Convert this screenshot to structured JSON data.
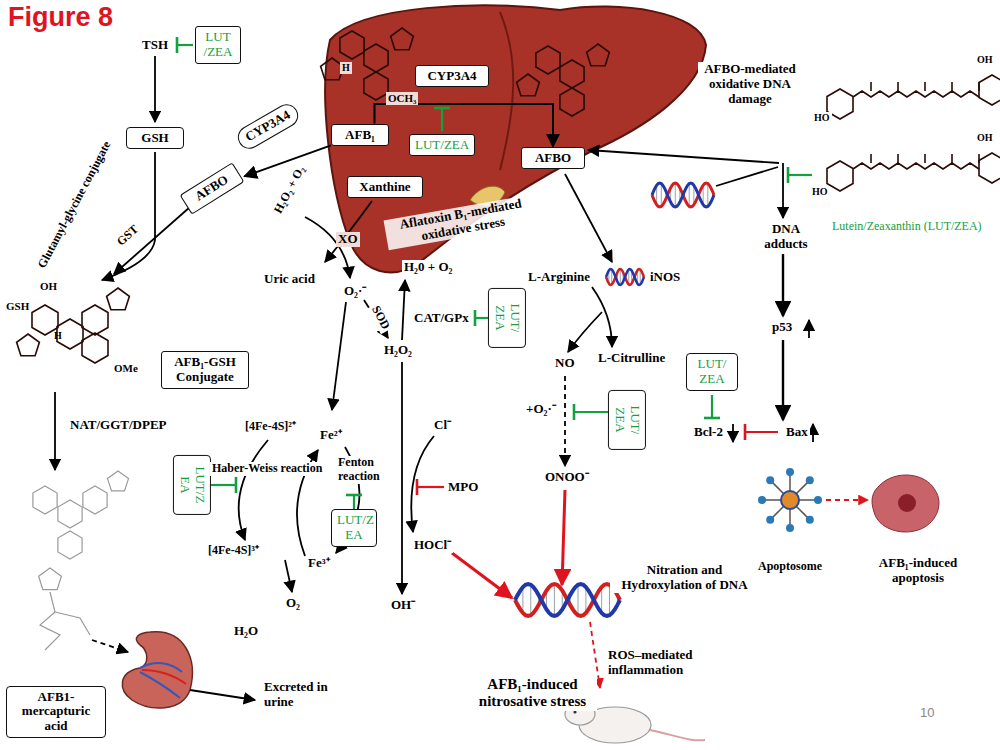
{
  "diagram": {
    "title": "Figure 8",
    "nodes": [
      {
        "text": [
          "LUT /ZEA"
        ]
      },
      {
        "text": [
          "GSH"
        ]
      },
      {
        "text": [
          "CYP3A4"
        ]
      },
      {
        "text": [
          "AFBO"
        ]
      },
      {
        "text": [
          "AFB₁"
        ]
      },
      {
        "text": [
          "CYP3A4"
        ]
      },
      {
        "text": [
          "LUT/ZEA"
        ]
      },
      {
        "text": [
          "AFBO"
        ]
      },
      {
        "text": [
          "Xanthine"
        ]
      },
      {
        "text": [
          "AFB₁-GSH Conjugate"
        ]
      },
      {
        "text": [
          "LUT/ ZEA"
        ]
      },
      {
        "text": [
          "LUT/ ZEA"
        ]
      },
      {
        "text": [
          "LUT/ ZEA"
        ]
      },
      {
        "text": [
          "LUT/Z EA"
        ]
      },
      {
        "text": [
          "LUT/Z EA"
        ]
      },
      {
        "text": [
          "AFB1- mercapturic acid"
        ]
      }
    ],
    "edges": [
      {
        "from": 4,
        "to": 7,
        "arrow": "to"
      },
      {
        "from": 4,
        "to": 3,
        "arrow": "to"
      }
    ],
    "labels": [
      "TSH",
      "Glutamyl-glycine conjugate",
      "GST",
      "NAT/GGT/DPEP",
      "H₂O₂ + O₂",
      "XO",
      "Aflatoxin B₁-mediated oxidative stress",
      "Uric acid",
      "O₂·⁻",
      "SOD",
      "H₂0 + O₂",
      "CAT/GPx",
      "H₂O₂",
      "Cl⁻",
      "MPO",
      "HOCl⁻",
      "OH⁻",
      "[4Fe-4S]²⁺",
      "Haber-Weiss reaction",
      "Fe²⁺",
      "Fenton reaction",
      "Fe³⁺",
      "[4Fe-4S]³⁺",
      "O₂",
      "H₂O",
      "Excreted in urine",
      "L-Arginine",
      "iNOS",
      "L-Citrulline",
      "NO",
      "+O₂·⁻",
      "ONOO⁻",
      "Nitration and Hydroxylation of DNA",
      "ROS–mediated inflammation",
      "AFB₁-induced nitrosative stress",
      "AFBO-mediated oxidative DNA damage",
      "Lutein/Zeaxanthin (LUT/ZEA)",
      "DNA adducts",
      "p53",
      "Bcl-2",
      "Bax",
      "Apoptosome",
      "AFB₁-induced apoptosis",
      "10",
      "GSH",
      "OH",
      "OMe",
      "H",
      "OCH₃",
      "H",
      "HO",
      "OH",
      "HO",
      "OH"
    ]
  }
}
